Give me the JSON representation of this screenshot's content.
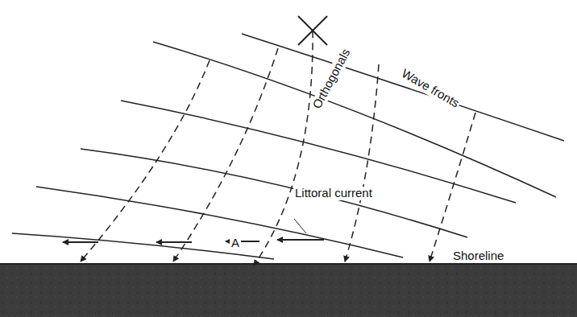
{
  "diagram": {
    "labels": [
      "Orthogonals",
      "Wave fronts",
      "Littoral current",
      "A",
      "Shoreline"
    ]
  }
}
